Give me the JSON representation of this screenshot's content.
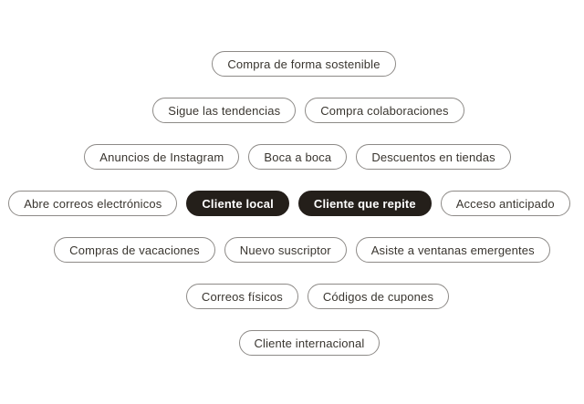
{
  "page": {
    "background": "#ffffff"
  },
  "colors": {
    "pill_border": "#8d8a87",
    "pill_text": "#39352f",
    "selected_bg": "#241f1a",
    "selected_text": "#ffffff"
  },
  "tag_rows": [
    {
      "tags": [
        {
          "label": "Compra de forma sostenible",
          "selected": false
        }
      ]
    },
    {
      "tags": [
        {
          "label": "Sigue las tendencias",
          "selected": false
        },
        {
          "label": "Compra colaboraciones",
          "selected": false
        }
      ]
    },
    {
      "tags": [
        {
          "label": "Anuncios de Instagram",
          "selected": false
        },
        {
          "label": "Boca a boca",
          "selected": false
        },
        {
          "label": "Descuentos en tiendas",
          "selected": false
        }
      ]
    },
    {
      "tags": [
        {
          "label": "Abre correos electrónicos",
          "selected": false
        },
        {
          "label": "Cliente local",
          "selected": true
        },
        {
          "label": "Cliente que repite",
          "selected": true
        },
        {
          "label": "Acceso anticipado",
          "selected": false
        }
      ]
    },
    {
      "tags": [
        {
          "label": "Compras de vacaciones",
          "selected": false
        },
        {
          "label": "Nuevo suscriptor",
          "selected": false
        },
        {
          "label": "Asiste a ventanas emergentes",
          "selected": false
        }
      ]
    },
    {
      "tags": [
        {
          "label": "Correos físicos",
          "selected": false
        },
        {
          "label": "Códigos de cupones",
          "selected": false
        }
      ]
    },
    {
      "tags": [
        {
          "label": "Cliente internacional",
          "selected": false
        }
      ]
    }
  ]
}
